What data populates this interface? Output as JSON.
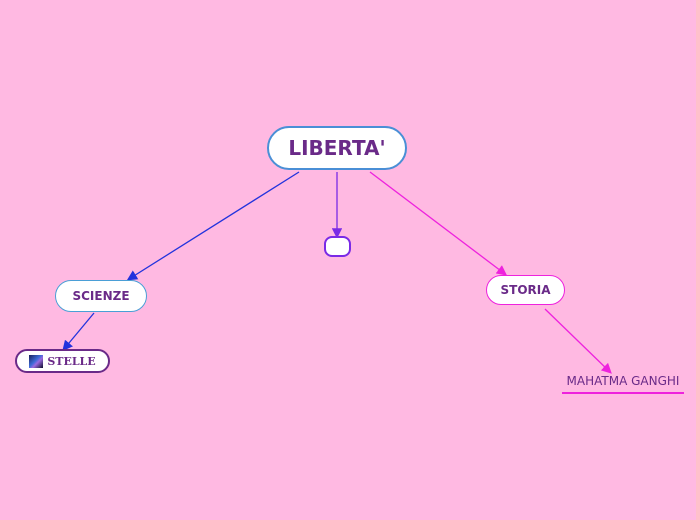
{
  "canvas": {
    "background": "#ffb9e2"
  },
  "root": {
    "label": "LIBERTA'"
  },
  "nodes": {
    "scienze": {
      "label": "SCIENZE"
    },
    "stelle": {
      "label": "STELLE",
      "icon": "image-thumbnail-icon"
    },
    "empty": {
      "label": ""
    },
    "storia": {
      "label": "STORIA"
    },
    "gandhi": {
      "label": "MAHATMA GANGHI"
    }
  },
  "colors": {
    "text": "#6a2a88",
    "left_branch": "#2233dd",
    "center_branch": "#7a2ae6",
    "right_branch": "#ee22dd"
  }
}
